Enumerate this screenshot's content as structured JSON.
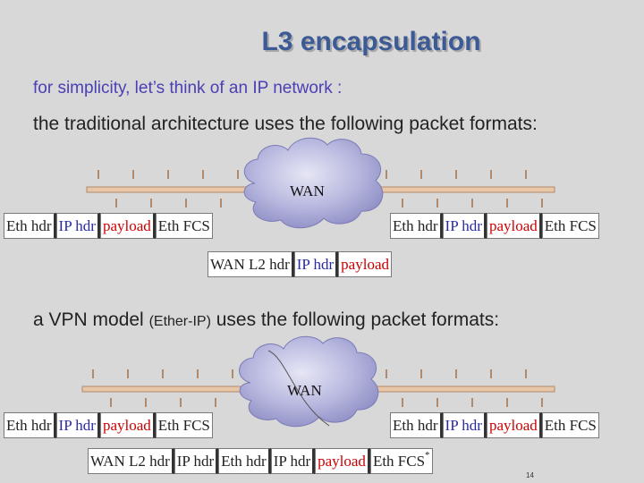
{
  "slide": {
    "title": "L3 encapsulation",
    "line1": "for simplicity, let’s think of an IP network :",
    "line2": "the traditional architecture uses the following packet formats:",
    "line3_a": "a VPN model ",
    "line3_b": "(Ether-IP)",
    "line3_c": " uses the following packet formats:",
    "page_number": "14"
  },
  "diagram1": {
    "wan_label": "WAN",
    "left_frame": [
      "Eth hdr",
      "IP hdr",
      "payload",
      "Eth FCS"
    ],
    "right_frame": [
      "Eth hdr",
      "IP hdr",
      "payload",
      "Eth FCS"
    ],
    "wan_frame": [
      "WAN L2 hdr",
      "IP hdr",
      "payload"
    ]
  },
  "diagram2": {
    "wan_label": "WAN",
    "left_frame": [
      "Eth hdr",
      "IP hdr",
      "payload",
      "Eth FCS"
    ],
    "right_frame": [
      "Eth hdr",
      "IP hdr",
      "payload",
      "Eth FCS"
    ],
    "wan_frame": [
      "WAN L2 hdr",
      "IP hdr",
      "Eth hdr",
      "IP hdr",
      "payload",
      "Eth FCS"
    ],
    "fcs_marker": "*"
  },
  "colors": {
    "background": "#d8d8d8",
    "title": "#3c5a95",
    "line1": "#4a3fb5",
    "cloud": "#a8a8d8",
    "ip_hdr": "#2a2aa6",
    "payload": "#cc0000"
  }
}
